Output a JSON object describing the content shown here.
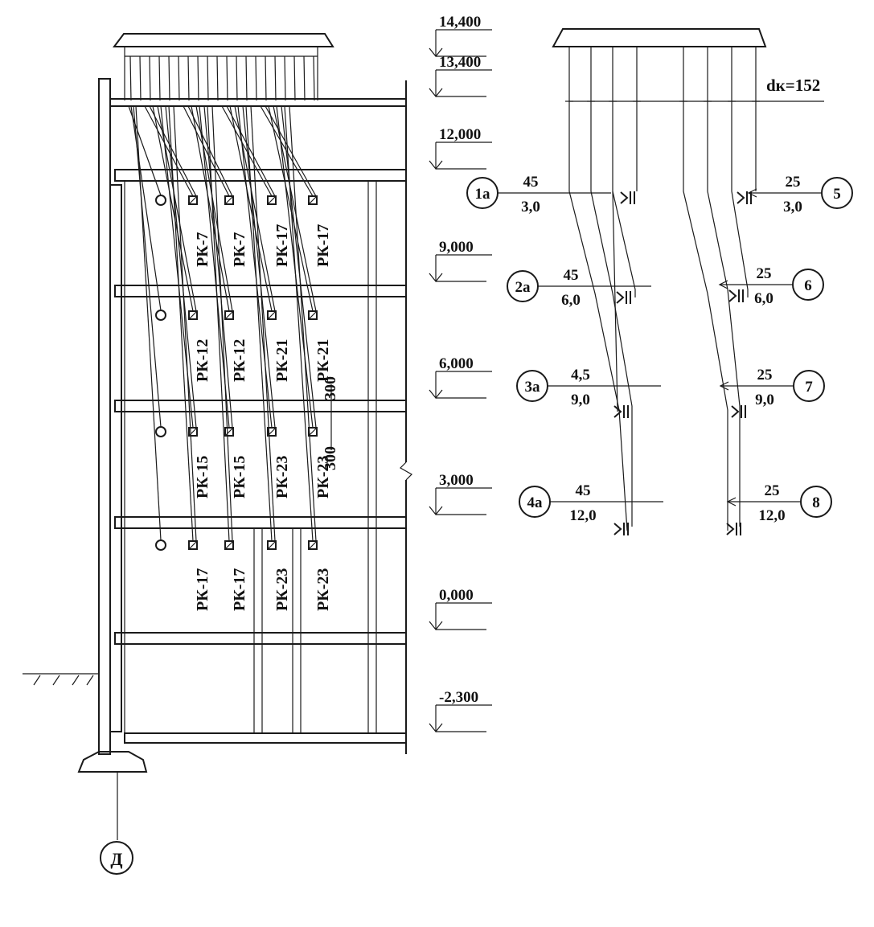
{
  "elevation_marks": [
    "14,400",
    "13,400",
    "12,000",
    "9,000",
    "6,000",
    "3,000",
    "0,000",
    "-2,300"
  ],
  "gauge_labels": [
    [
      "РК-7",
      "РК-7",
      "РК-17",
      "РК-17"
    ],
    [
      "РК-12",
      "РК-12",
      "РК-21",
      "РК-21"
    ],
    [
      "РК-15",
      "РК-15",
      "РК-23",
      "РК-23"
    ],
    [
      "РК-17",
      "РК-17",
      "РК-23",
      "РК-23"
    ]
  ],
  "dimension": {
    "top": "300",
    "bottom": "300"
  },
  "axis_label": "Д",
  "diameter_label": "dк=152",
  "left_nodes": [
    {
      "id": "1а",
      "top": "45",
      "bottom": "3,0"
    },
    {
      "id": "2а",
      "top": "45",
      "bottom": "6,0"
    },
    {
      "id": "3а",
      "top": "4,5",
      "bottom": "9,0"
    },
    {
      "id": "4а",
      "top": "45",
      "bottom": "12,0"
    }
  ],
  "right_nodes": [
    {
      "id": "5",
      "top": "25",
      "bottom": "3,0"
    },
    {
      "id": "6",
      "top": "25",
      "bottom": "6,0"
    },
    {
      "id": "7",
      "top": "25",
      "bottom": "9,0"
    },
    {
      "id": "8",
      "top": "25",
      "bottom": "12,0"
    }
  ]
}
